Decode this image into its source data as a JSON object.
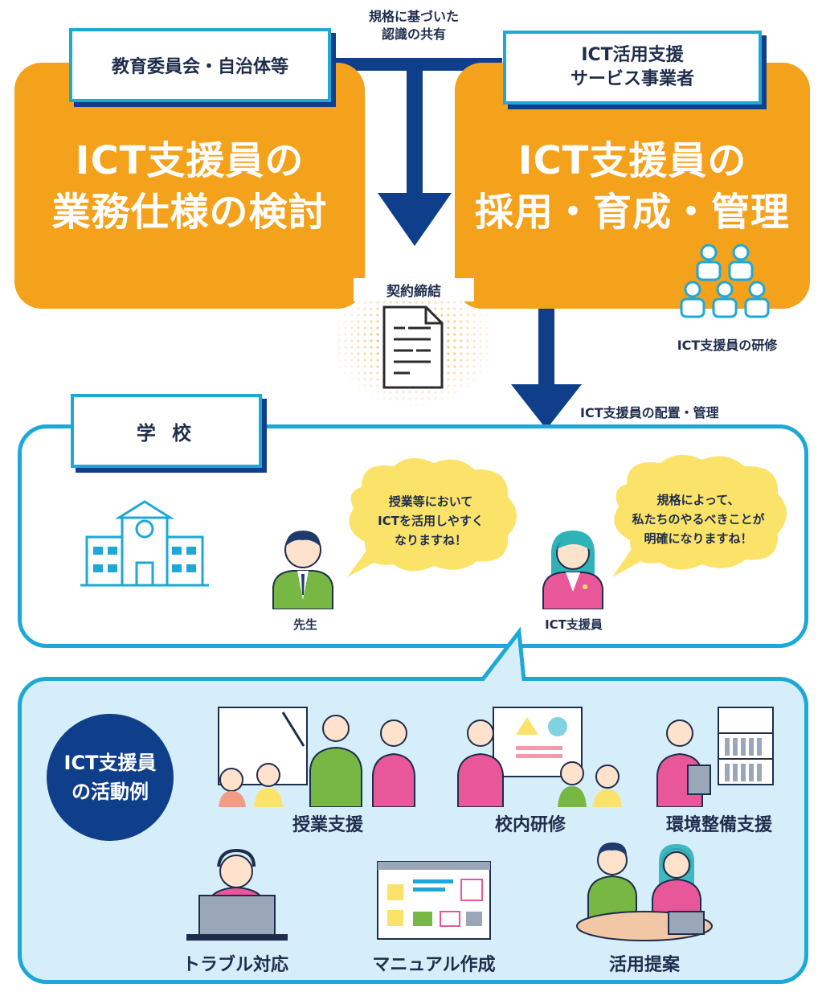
{
  "top": {
    "shared_understanding": [
      "規格に基づいた",
      "認識の共有"
    ],
    "left_label": "教育委員会・自治体等",
    "right_label": [
      "ICT活用支援",
      "サービス事業者"
    ],
    "left_title": [
      "ICT支援員の",
      "業務仕様の検討"
    ],
    "right_title": [
      "ICT支援員の",
      "採用・育成・管理"
    ],
    "contract": "契約締結",
    "training": "ICT支援員の研修",
    "deployment": "ICT支援員の配置・管理"
  },
  "school": {
    "label": "学 校",
    "teacher_caption": "先生",
    "supporter_caption": "ICT支援員",
    "teacher_bubble": [
      "授業等において",
      "ICTを活用しやすく",
      "なりますね！"
    ],
    "supporter_bubble": [
      "規格によって、",
      "私たちのやるべきことが",
      "明確になりますね！"
    ]
  },
  "activities": {
    "badge": [
      "ICT支援員",
      "の活動例"
    ],
    "items": [
      "授業支援",
      "校内研修",
      "環境整備支援",
      "トラブル対応",
      "マニュアル作成",
      "活用提案"
    ]
  },
  "colors": {
    "orange": "#f4a11c",
    "navy": "#0f3f8a",
    "cyan": "#1ea8d7",
    "light_blue": "#d6eef9",
    "bubble_yellow": "#fbe36a"
  }
}
